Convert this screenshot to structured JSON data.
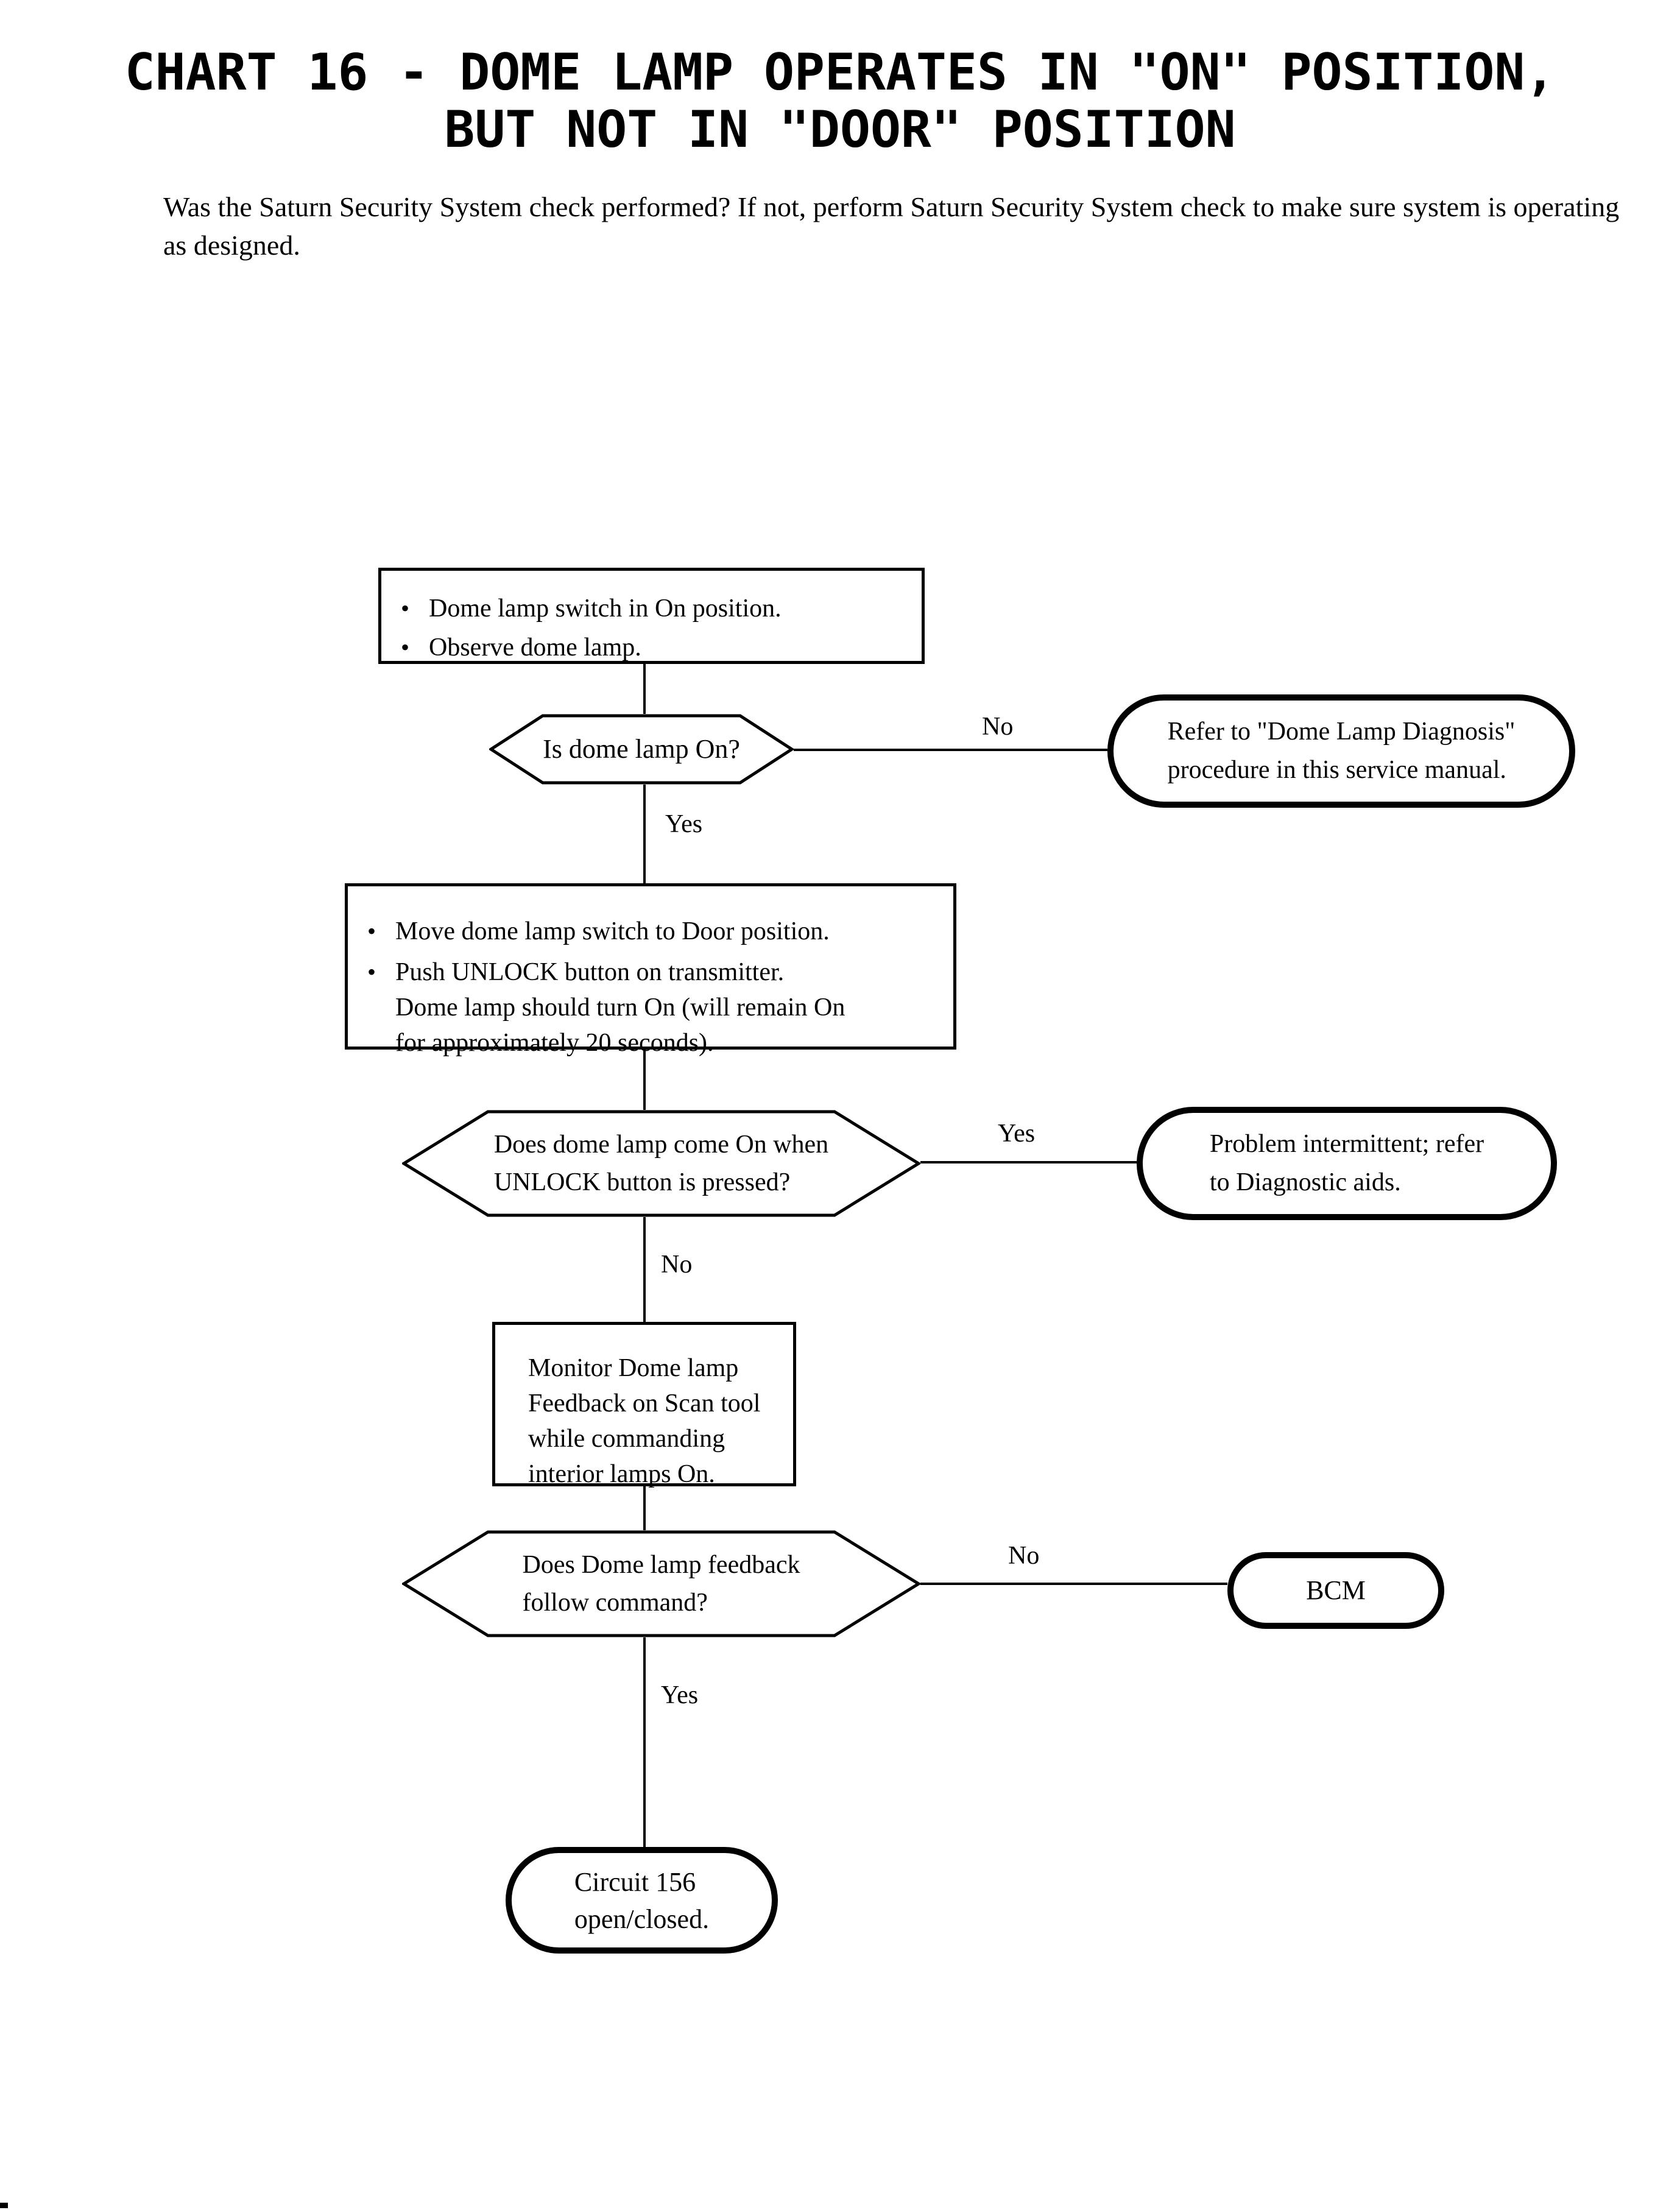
{
  "page": {
    "title_line1": "CHART 16 - DOME LAMP OPERATES IN \"ON\" POSITION,",
    "title_line2": "BUT NOT IN \"DOOR\" POSITION",
    "intro": "Was the Saturn Security System check performed? If not, perform Saturn Security System check to make sure system is operating as designed."
  },
  "flow": {
    "bullet_char": "•",
    "step1": {
      "item1": "Dome lamp switch in On position.",
      "item2": "Observe dome lamp."
    },
    "decision1": {
      "question": "Is dome lamp On?",
      "no_label": "No",
      "yes_label": "Yes"
    },
    "terminal_refer": {
      "line1": "Refer to \"Dome Lamp Diagnosis\"",
      "line2": "procedure in this service manual."
    },
    "step2": {
      "item1": "Move dome lamp switch to Door position.",
      "item2_line1": "Push UNLOCK button on transmitter.",
      "item2_line2": "Dome lamp should turn On (will remain On",
      "item2_line3": "for approximately 20 seconds)."
    },
    "decision2": {
      "line1": "Does dome lamp come On when",
      "line2": "UNLOCK button is pressed?",
      "yes_label": "Yes",
      "no_label": "No"
    },
    "terminal_intermittent": {
      "line1": "Problem intermittent; refer",
      "line2": "to Diagnostic aids."
    },
    "step3": {
      "line1": "Monitor Dome lamp",
      "line2": "Feedback on Scan tool",
      "line3": "while commanding",
      "line4": "interior lamps On."
    },
    "decision3": {
      "line1": "Does Dome lamp feedback",
      "line2": "follow command?",
      "no_label": "No",
      "yes_label": "Yes"
    },
    "terminal_bcm": {
      "label": "BCM"
    },
    "terminal_circuit": {
      "line1": "Circuit 156",
      "line2": "open/closed."
    }
  }
}
